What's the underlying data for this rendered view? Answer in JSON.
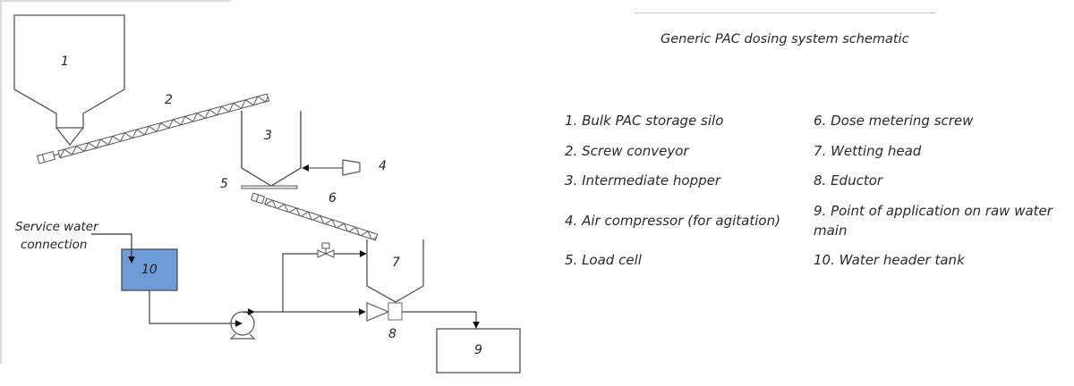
{
  "title": "Generic PAC dosing system schematic",
  "diagram": {
    "labels": {
      "silo": "1",
      "conveyor": "2",
      "hopper": "3",
      "compressor": "4",
      "load_cell": "5",
      "metering_screw": "6",
      "wetting_head": "7",
      "eductor": "8",
      "application_point": "9",
      "header_tank": "10"
    },
    "service_water_line1": "Service water",
    "service_water_line2": "connection",
    "tank_fill_color": "#6f9bd6"
  },
  "legend": {
    "col1": [
      "1. Bulk PAC storage silo",
      "2. Screw conveyor",
      "3. Intermediate hopper",
      "4. Air compressor (for agitation)",
      "5. Load cell"
    ],
    "col2": [
      "6. Dose metering screw",
      "7. Wetting head",
      "8. Eductor",
      "9. Point of application on raw water main",
      "10. Water header tank"
    ]
  }
}
